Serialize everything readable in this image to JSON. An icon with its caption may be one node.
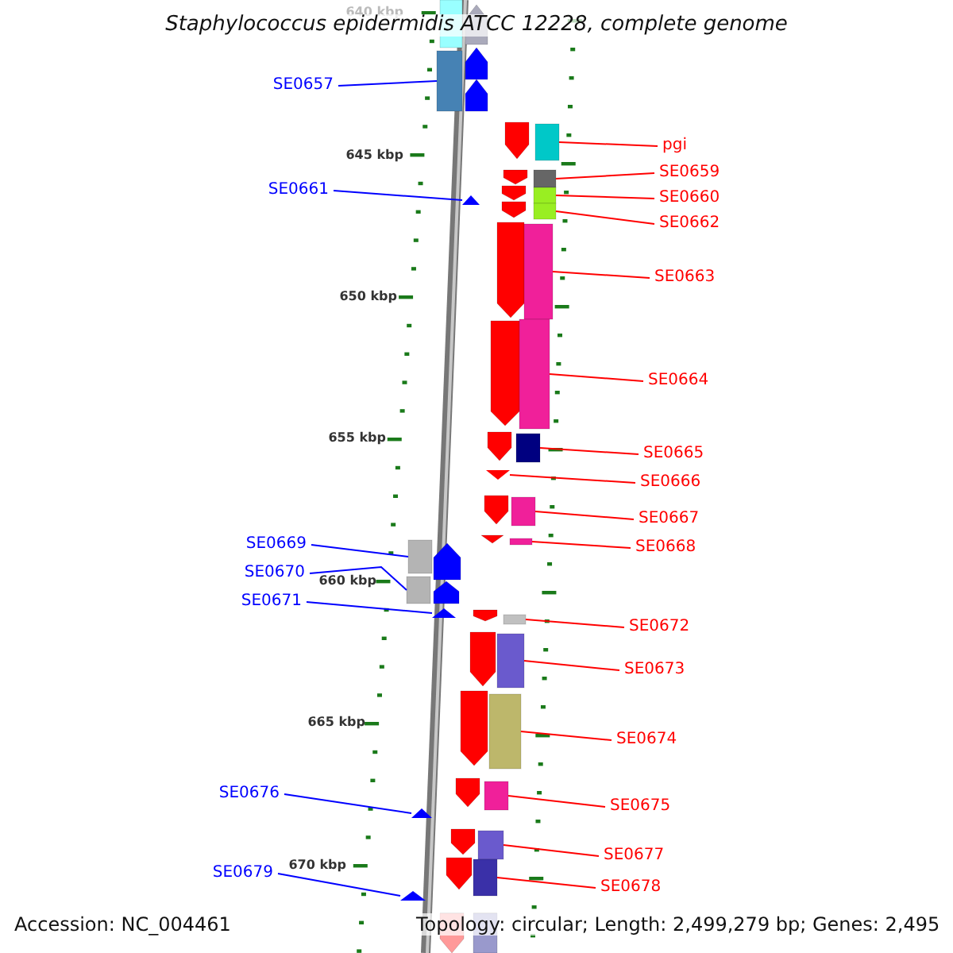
{
  "diagram": {
    "title": "Staphylococcus epidermidis ATCC 12228, complete genome",
    "nodes": [
      {
        "text": [
          "SE0657"
        ]
      },
      {
        "text": [],
        "shape": "box"
      },
      {
        "text": [
          "pgi"
        ]
      },
      {
        "text": [],
        "shape": "box"
      },
      {
        "text": [
          "SE0659"
        ]
      },
      {
        "text": [],
        "shape": "box"
      },
      {
        "text": [
          "SE0660"
        ]
      },
      {
        "text": [],
        "shape": "box"
      },
      {
        "text": [
          "SE0661"
        ]
      },
      {
        "text": [],
        "shape": "triangle"
      },
      {
        "text": [
          "SE0662"
        ]
      },
      {
        "text": [],
        "shape": "box"
      },
      {
        "text": [
          "SE0663"
        ]
      },
      {
        "text": [],
        "shape": "box"
      },
      {
        "text": [
          "SE0664"
        ]
      },
      {
        "text": [],
        "shape": "box"
      },
      {
        "text": [
          "SE0665"
        ]
      },
      {
        "text": [],
        "shape": "box"
      },
      {
        "text": [
          "SE0666"
        ]
      },
      {
        "text": [],
        "shape": "triangle"
      },
      {
        "text": [
          "SE0667"
        ]
      },
      {
        "text": [],
        "shape": "box"
      },
      {
        "text": [
          "SE0668"
        ]
      },
      {
        "text": [],
        "shape": "box"
      },
      {
        "text": [
          "SE0669"
        ]
      },
      {
        "text": [],
        "shape": "box"
      },
      {
        "text": [
          "SE0670"
        ]
      },
      {
        "text": [],
        "shape": "box"
      },
      {
        "text": [
          "SE0671"
        ]
      },
      {
        "text": [],
        "shape": "triangle"
      },
      {
        "text": [
          "SE0672"
        ]
      },
      {
        "text": [],
        "shape": "box"
      },
      {
        "text": [
          "SE0673"
        ]
      },
      {
        "text": [],
        "shape": "box"
      },
      {
        "text": [
          "SE0674"
        ]
      },
      {
        "text": [],
        "shape": "box"
      },
      {
        "text": [
          "SE0675"
        ]
      },
      {
        "text": [],
        "shape": "box"
      },
      {
        "text": [
          "SE0676"
        ]
      },
      {
        "text": [],
        "shape": "triangle"
      },
      {
        "text": [
          "SE0677"
        ]
      },
      {
        "text": [],
        "shape": "box"
      },
      {
        "text": [
          "SE0678"
        ]
      },
      {
        "text": [],
        "shape": "box"
      },
      {
        "text": [
          "SE0679"
        ]
      },
      {
        "text": [],
        "shape": "triangle"
      }
    ],
    "edges": [
      {
        "from": 0,
        "to": 1,
        "arrow": "none",
        "color": "#0000ff"
      },
      {
        "from": 2,
        "to": 3,
        "arrow": "none"
      },
      {
        "from": 4,
        "to": 5,
        "arrow": "none"
      },
      {
        "from": 6,
        "to": 7,
        "arrow": "none"
      },
      {
        "from": 8,
        "to": 9,
        "arrow": "none",
        "color": "#0000ff"
      },
      {
        "from": 10,
        "to": 11,
        "arrow": "none"
      },
      {
        "from": 12,
        "to": 13,
        "arrow": "none"
      },
      {
        "from": 14,
        "to": 15,
        "arrow": "none"
      },
      {
        "from": 16,
        "to": 17,
        "arrow": "none"
      },
      {
        "from": 18,
        "to": 19,
        "arrow": "none"
      },
      {
        "from": 20,
        "to": 21,
        "arrow": "none"
      },
      {
        "from": 22,
        "to": 23,
        "arrow": "none"
      },
      {
        "from": 24,
        "to": 25,
        "arrow": "none",
        "color": "#0000ff"
      },
      {
        "from": 26,
        "to": 27,
        "arrow": "none",
        "color": "#0000ff"
      },
      {
        "from": 28,
        "to": 29,
        "arrow": "none",
        "color": "#0000ff"
      },
      {
        "from": 30,
        "to": 31,
        "arrow": "none"
      },
      {
        "from": 32,
        "to": 33,
        "arrow": "none"
      },
      {
        "from": 34,
        "to": 35,
        "arrow": "none"
      },
      {
        "from": 36,
        "to": 37,
        "arrow": "none"
      },
      {
        "from": 38,
        "to": 39,
        "arrow": "none",
        "color": "#0000ff"
      },
      {
        "from": 40,
        "to": 41,
        "arrow": "none"
      },
      {
        "from": 42,
        "to": 43,
        "arrow": "none"
      },
      {
        "from": 44,
        "to": 45,
        "arrow": "none",
        "color": "#0000ff"
      }
    ],
    "labels": [
      "640 kbp",
      "645 kbp",
      "650 kbp",
      "655 kbp",
      "660 kbp",
      "665 kbp",
      "670 kbp",
      "Accession: NC_004461",
      "Topology: circular; Length: 2,499,279 bp; Genes: 2,495"
    ]
  }
}
